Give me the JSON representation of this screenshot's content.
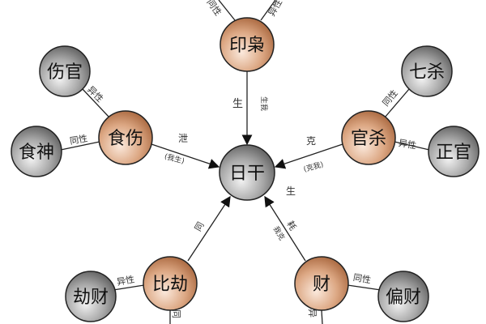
{
  "colors": {
    "main_node": "#d9a27a",
    "sub_node": "#9a9a9a",
    "center": "#b0b0b0"
  },
  "nodes": {
    "center": "日干",
    "yinxiao": "印枭",
    "shishang": "食伤",
    "guansha": "官杀",
    "bijie": "比劫",
    "cai": "财",
    "shangguan": "伤官",
    "shishen": "食神",
    "qisha": "七杀",
    "zhengguan": "正官",
    "jiecai": "劫财",
    "piancai": "偏财"
  },
  "edge_labels": {
    "same": "同性",
    "diff": "异性",
    "yin_main": "生",
    "yin_sub": "生我",
    "shi_main": "泄",
    "shi_sub": "(我生)",
    "guan_main": "克",
    "guan_sub": "(克我)",
    "bi_main": "同",
    "cai_main": "耗",
    "cai_sub": "我克",
    "center_side": "生",
    "bi_bottom": "同",
    "cai_bottom": "异"
  }
}
